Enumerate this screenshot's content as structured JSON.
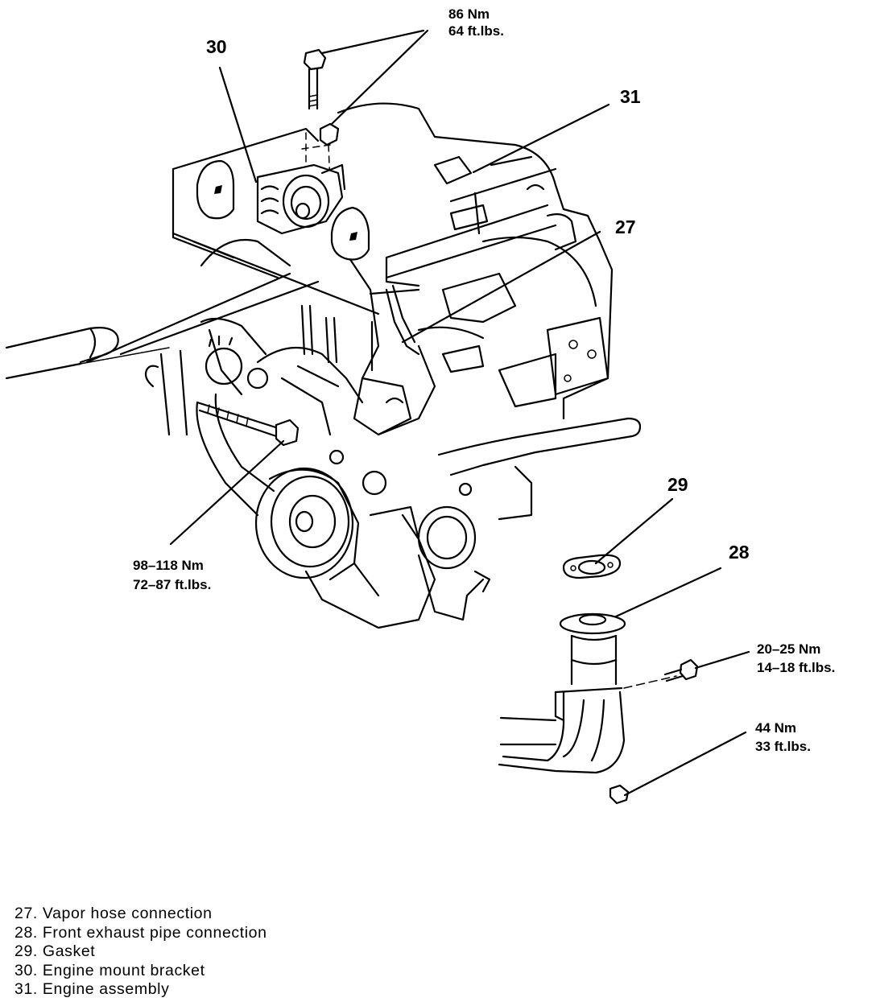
{
  "callouts": {
    "c27": "27",
    "c28": "28",
    "c29": "29",
    "c30": "30",
    "c31": "31"
  },
  "torque": {
    "mount_bolt": [
      "86 Nm",
      "64 ft.lbs."
    ],
    "pulley_bolt": [
      "98–118 Nm",
      "72–87 ft.lbs."
    ],
    "pipe_bolt": [
      "20–25 Nm",
      "14–18 ft.lbs."
    ],
    "pipe_nut": [
      "44 Nm",
      "33 ft.lbs."
    ]
  },
  "legend": [
    "27. Vapor hose connection",
    "28. Front exhaust pipe connection",
    "29. Gasket",
    "30. Engine mount bracket",
    "31. Engine assembly"
  ]
}
